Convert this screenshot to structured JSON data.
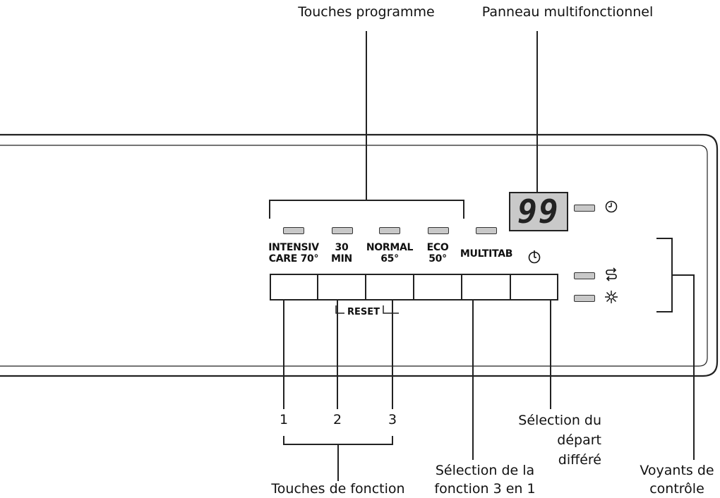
{
  "labels": {
    "program_keys": "Touches programme",
    "multi_panel": "Panneau multifonctionnel",
    "delay_select": "Sélection du départ différé",
    "function_3in1": "Sélection de la fonction 3 en 1",
    "function_keys": "Touches de fonction",
    "indicators": "Voyants de contrôle"
  },
  "display_value": "99",
  "program_buttons": [
    {
      "line1": "INTENSIV",
      "line2": "CARE 70°"
    },
    {
      "line1": "30",
      "line2": "MIN"
    },
    {
      "line1": "NORMAL",
      "line2": "65°"
    },
    {
      "line1": "ECO",
      "line2": "50°"
    },
    {
      "line1": "MULTITAB",
      "line2": ""
    }
  ],
  "reset_label": "RESET",
  "function_numbers": [
    "1",
    "2",
    "3"
  ],
  "icons": {
    "delay_button": "delay-timer-icon",
    "indicator_1": "clock-icon",
    "indicator_2": "rinse-aid-icon",
    "indicator_3": "salt-icon"
  }
}
